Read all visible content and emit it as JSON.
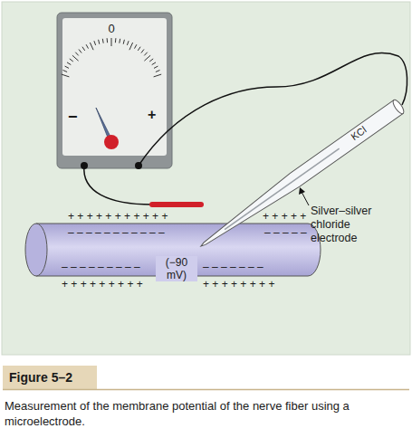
{
  "diagram": {
    "title": "Figure 5–2",
    "caption": "Measurement of the membrane potential of the nerve fiber using a microelectrode.",
    "labels": [
      "0",
      "−",
      "+",
      "KCl",
      "Silver–silver chloride electrode",
      "+ + + + + + + + + + +",
      "+ + + + +",
      "– – – – – – – – – – –",
      "– – – – –",
      "– – – – – – – – –",
      "– – – – – – –",
      "+ + + + + + + + +",
      "+ + + + + + + +",
      "(−90 mV)"
    ]
  }
}
